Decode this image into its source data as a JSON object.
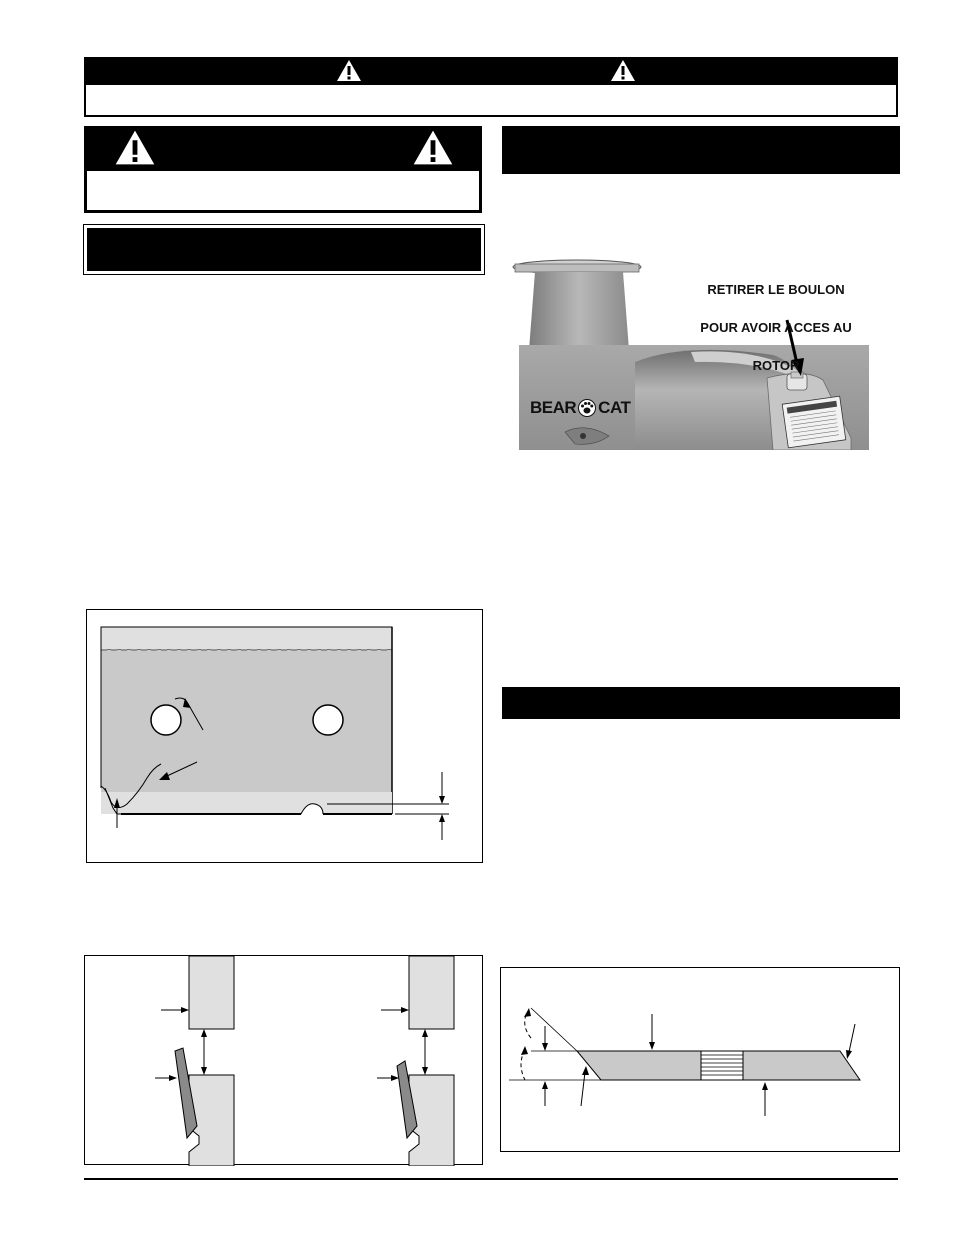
{
  "photo": {
    "callout_lines": [
      "RETIRER LE BOULON",
      "POUR AVOIR ACCES AU",
      "ROTOR"
    ],
    "logo_left": "BEAR",
    "logo_right": "CAT"
  },
  "colors": {
    "black": "#000000",
    "part_gray": "#c9c9c9",
    "light_gray": "#e0e0e0",
    "dark_gray": "#8a8a8a",
    "machine_gray": "#9d9d9d"
  },
  "icons": {
    "warning": "warning-triangle-icon",
    "arrow": "arrow-icon",
    "paw": "paw-print-icon"
  }
}
